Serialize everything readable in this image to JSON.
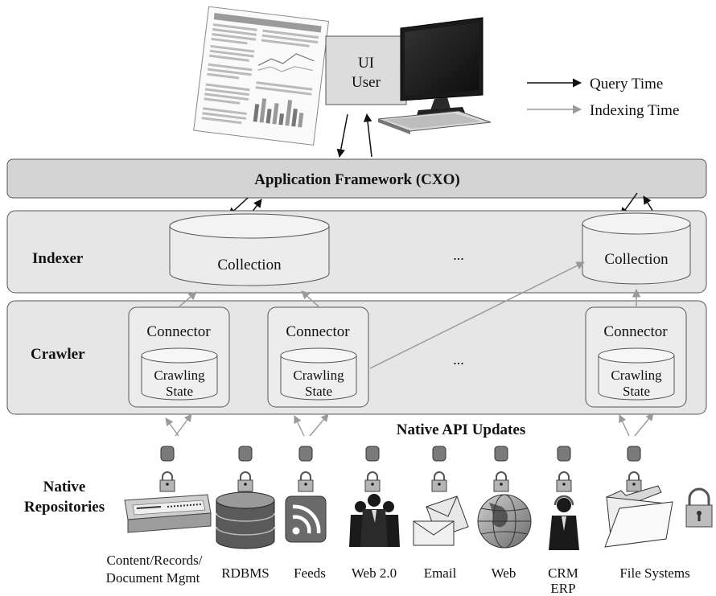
{
  "legend": {
    "query_time": "Query Time",
    "indexing_time": "Indexing Time"
  },
  "ui_box": {
    "line1": "UI",
    "line2": "User"
  },
  "layers": {
    "app_framework": "Application Framework (CXO)",
    "indexer": "Indexer",
    "crawler": "Crawler"
  },
  "collections": {
    "left": "Collection",
    "right": "Collection",
    "ellipsis": "..."
  },
  "connectors": {
    "label": "Connector",
    "state_line1": "Crawling",
    "state_line2": "State",
    "ellipsis": "..."
  },
  "native_api": "Native API Updates",
  "native_repositories": {
    "line1": "Native",
    "line2": "Repositories"
  },
  "repositories": [
    {
      "line1": "Content/Records/",
      "line2": "Document Mgmt",
      "icon": "network-switch-icon"
    },
    {
      "line1": "RDBMS",
      "line2": "",
      "icon": "database-icon"
    },
    {
      "line1": "Feeds",
      "line2": "",
      "icon": "rss-feed-icon"
    },
    {
      "line1": "Web 2.0",
      "line2": "",
      "icon": "people-group-icon"
    },
    {
      "line1": "Email",
      "line2": "",
      "icon": "envelope-icon"
    },
    {
      "line1": "Web",
      "line2": "",
      "icon": "globe-icon"
    },
    {
      "line1": "CRM",
      "line2": "ERP",
      "icon": "headset-person-icon"
    },
    {
      "line1": "File Systems",
      "line2": "",
      "icon": "folder-icon"
    }
  ],
  "colors": {
    "layer_fill": "#e6e6e6",
    "framework_fill": "#d4d4d4",
    "query_arrow": "#111111",
    "index_arrow": "#9a9a9a",
    "icon_dark": "#3a3a3a",
    "icon_mid": "#8a8a8a"
  }
}
